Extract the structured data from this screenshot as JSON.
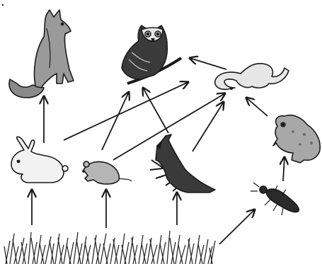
{
  "diagram": {
    "organisms": [
      {
        "id": "fox",
        "icon": "fox-icon"
      },
      {
        "id": "owl",
        "icon": "owl-icon"
      },
      {
        "id": "snake",
        "icon": "snake-icon"
      },
      {
        "id": "toad",
        "icon": "toad-icon"
      },
      {
        "id": "rabbit",
        "icon": "rabbit-icon"
      },
      {
        "id": "mouse",
        "icon": "mouse-icon"
      },
      {
        "id": "cardinal",
        "icon": "cardinal-icon"
      },
      {
        "id": "beetle",
        "icon": "beetle-icon"
      },
      {
        "id": "grass",
        "icon": "grass-icon"
      }
    ],
    "links": [
      {
        "from": "grass",
        "to": "rabbit"
      },
      {
        "from": "grass",
        "to": "mouse"
      },
      {
        "from": "grass",
        "to": "cardinal"
      },
      {
        "from": "grass",
        "to": "beetle"
      },
      {
        "from": "rabbit",
        "to": "fox"
      },
      {
        "from": "rabbit",
        "to": "owl"
      },
      {
        "from": "mouse",
        "to": "owl"
      },
      {
        "from": "mouse",
        "to": "snake"
      },
      {
        "from": "cardinal",
        "to": "owl"
      },
      {
        "from": "cardinal",
        "to": "snake"
      },
      {
        "from": "beetle",
        "to": "toad"
      },
      {
        "from": "toad",
        "to": "snake"
      },
      {
        "from": "snake",
        "to": "owl"
      }
    ],
    "colors": {
      "ink": "#1a1a1a",
      "fur": "#9a9a9a",
      "light": "#e6e6e6",
      "bird": "#3a3a3a",
      "grass": "#2a2a2a"
    }
  }
}
